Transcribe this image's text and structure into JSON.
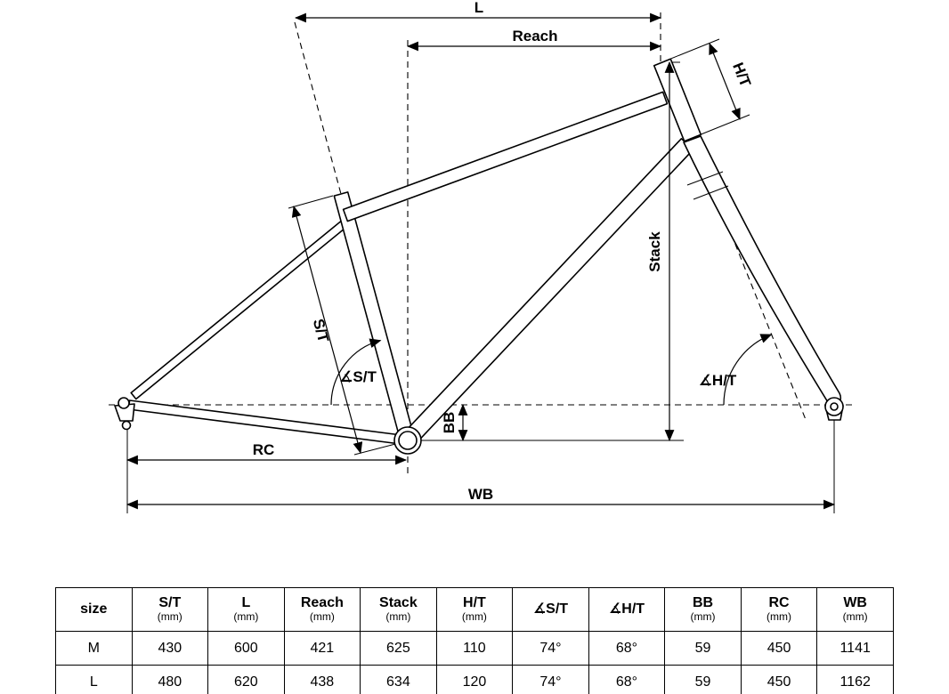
{
  "diagram": {
    "labels": {
      "l": "L",
      "reach": "Reach",
      "ht": "H/T",
      "stack": "Stack",
      "st": "S/T",
      "angle_st": "∡S/T",
      "bb": "BB",
      "rc": "RC",
      "wb": "WB",
      "angle_ht": "∡H/T"
    }
  },
  "table": {
    "headers": [
      {
        "label": "size",
        "unit": ""
      },
      {
        "label": "S/T",
        "unit": "(mm)"
      },
      {
        "label": "L",
        "unit": "(mm)"
      },
      {
        "label": "Reach",
        "unit": "(mm)"
      },
      {
        "label": "Stack",
        "unit": "(mm)"
      },
      {
        "label": "H/T",
        "unit": "(mm)"
      },
      {
        "label": "∡S/T",
        "unit": ""
      },
      {
        "label": "∡H/T",
        "unit": ""
      },
      {
        "label": "BB",
        "unit": "(mm)"
      },
      {
        "label": "RC",
        "unit": "(mm)"
      },
      {
        "label": "WB",
        "unit": "(mm)"
      }
    ],
    "rows": [
      {
        "cells": [
          "M",
          "430",
          "600",
          "421",
          "625",
          "110",
          "74°",
          "68°",
          "59",
          "450",
          "1141"
        ]
      },
      {
        "cells": [
          "L",
          "480",
          "620",
          "438",
          "634",
          "120",
          "74°",
          "68°",
          "59",
          "450",
          "1162"
        ]
      }
    ]
  }
}
